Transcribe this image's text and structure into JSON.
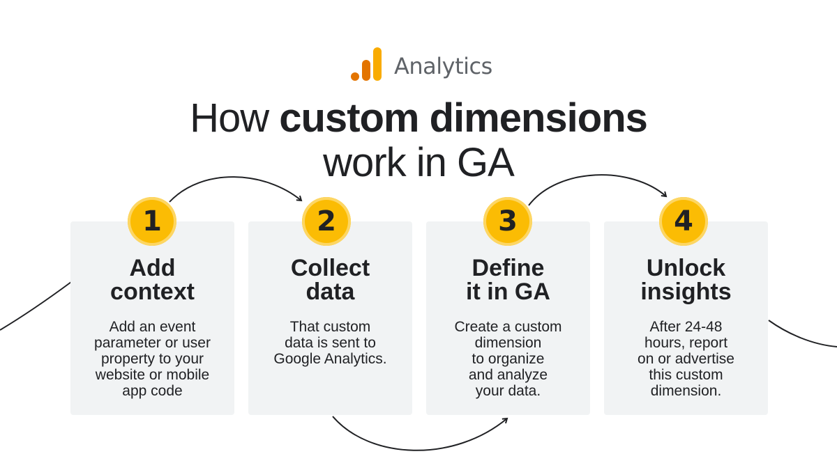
{
  "logo": {
    "icon": "analytics-bars-icon",
    "text": "Analytics",
    "colors": [
      "#f9ab00",
      "#e37400"
    ]
  },
  "title": {
    "line1_light": "How ",
    "line1_bold": "custom dimensions",
    "line2": "work in GA"
  },
  "steps": [
    {
      "number": "1",
      "heading": "Add\ncontext",
      "body": "Add an event\nparameter or user\nproperty to your\nwebsite or mobile\napp code"
    },
    {
      "number": "2",
      "heading": "Collect\ndata",
      "body": "That custom\ndata is sent to\nGoogle Analytics."
    },
    {
      "number": "3",
      "heading": "Define\nit in GA",
      "body": "Create a custom\ndimension\nto organize\nand analyze\nyour data."
    },
    {
      "number": "4",
      "heading": "Unlock\ninsights",
      "body": "After 24-48\nhours, report\non or advertise\nthis custom\ndimension."
    }
  ],
  "colors": {
    "badge": "#fbbc04",
    "card_bg": "#f1f3f4",
    "text": "#202124",
    "logo_text": "#5f6368"
  }
}
